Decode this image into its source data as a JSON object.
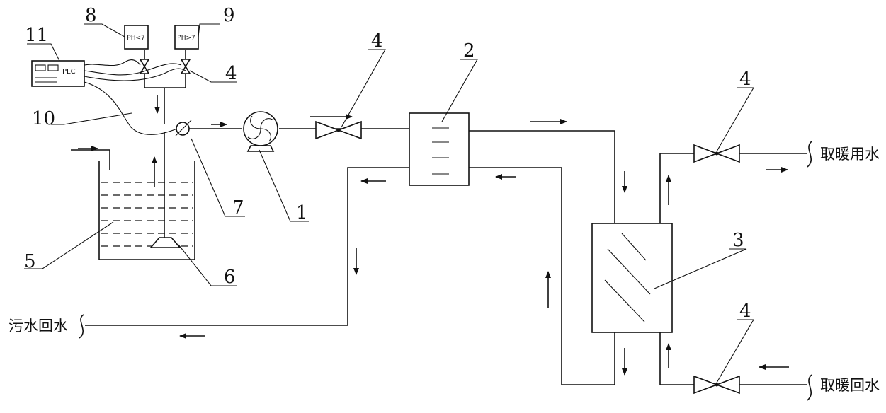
{
  "labels": {
    "n1": "1",
    "n2": "2",
    "n3": "3",
    "n4a": "4",
    "n4b": "4",
    "n4c": "4",
    "n4d": "4",
    "n5": "5",
    "n6": "6",
    "n7": "7",
    "n8": "8",
    "n9": "9",
    "n10": "10",
    "n11": "11"
  },
  "texts": {
    "ph_low": "PH<7",
    "ph_high": "PH>7",
    "plc": "PLC",
    "sewage_return": "污水回水",
    "heating_supply": "取暖用水",
    "heating_return": "取暖回水"
  }
}
